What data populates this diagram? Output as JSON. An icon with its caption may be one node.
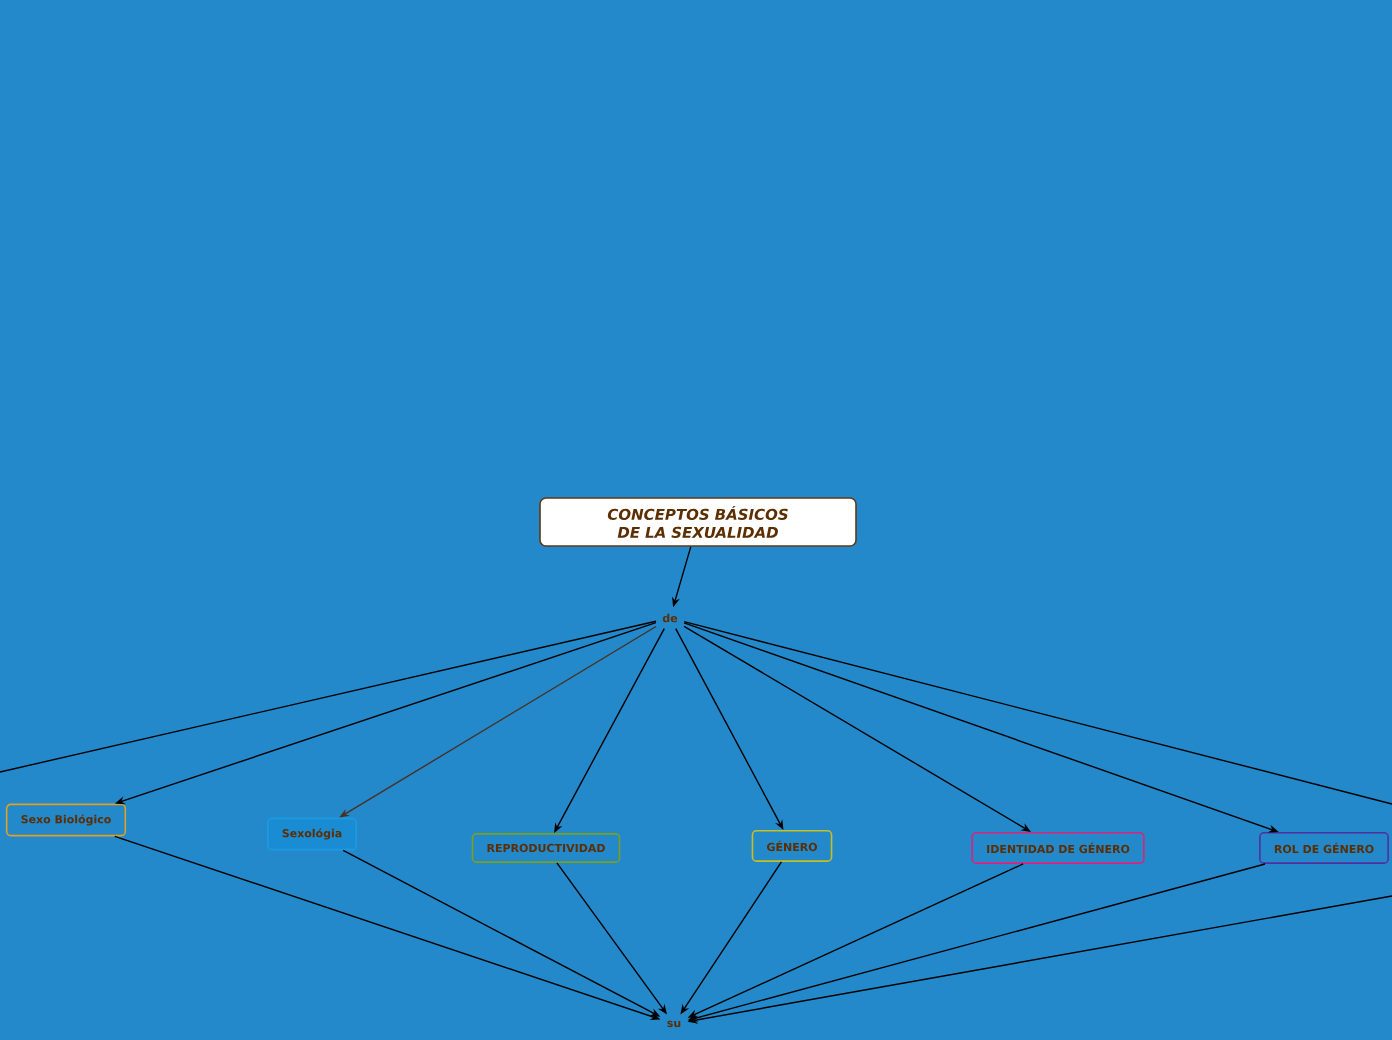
{
  "diagram": {
    "nodes": [
      {
        "text": [
          "CONCEPTOS BÁSICOS DE LA SEXUALIDAD"
        ]
      },
      {
        "text": [
          "de"
        ]
      },
      {
        "text": [
          "Sexo Biológico"
        ]
      },
      {
        "text": [
          "Sexológia"
        ]
      },
      {
        "text": [
          "REPRODUCTIVIDAD"
        ]
      },
      {
        "text": [
          "GÉNERO"
        ]
      },
      {
        "text": [
          "IDENTIDAD DE GÉNERO"
        ]
      },
      {
        "text": [
          "ROL DE GÉNERO"
        ]
      },
      {
        "text": [
          "su"
        ]
      }
    ],
    "edges": [
      {
        "from": 0,
        "to": 1,
        "arrow": "to"
      },
      {
        "from": 1,
        "to": null,
        "arrow": "none"
      },
      {
        "from": 1,
        "to": 2,
        "arrow": "to"
      },
      {
        "from": 1,
        "to": 3,
        "arrow": "to",
        "color": "#4a3020"
      },
      {
        "from": 1,
        "to": 4,
        "arrow": "to"
      },
      {
        "from": 1,
        "to": 5,
        "arrow": "to"
      },
      {
        "from": 1,
        "to": 6,
        "arrow": "to"
      },
      {
        "from": 1,
        "to": 7,
        "arrow": "to"
      },
      {
        "from": 1,
        "to": null,
        "arrow": "none"
      },
      {
        "from": 2,
        "to": 8,
        "arrow": "to"
      },
      {
        "from": 3,
        "to": 8,
        "arrow": "to"
      },
      {
        "from": 4,
        "to": 8,
        "arrow": "to"
      },
      {
        "from": 5,
        "to": 8,
        "arrow": "to"
      },
      {
        "from": 6,
        "to": 8,
        "arrow": "to"
      },
      {
        "from": 7,
        "to": 8,
        "arrow": "to"
      },
      {
        "from": null,
        "to": 8,
        "arrow": "to"
      }
    ]
  }
}
